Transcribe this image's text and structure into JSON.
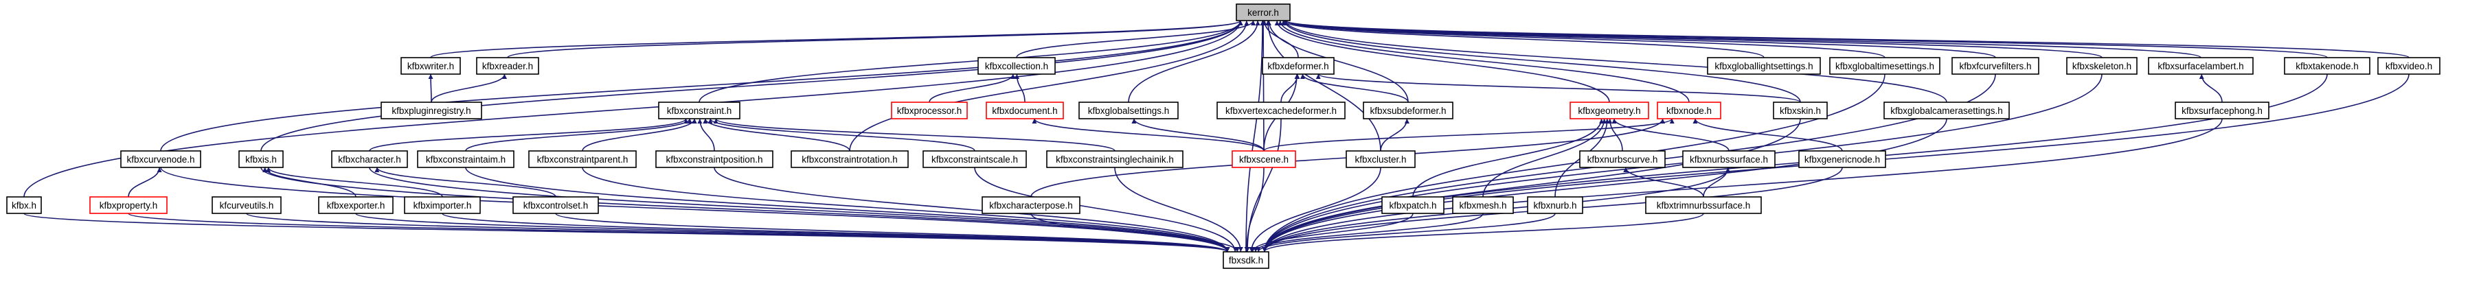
{
  "diagram": {
    "title": "",
    "colors": {
      "edge": "#191970",
      "node_border": "#000000",
      "node_border_unresolved": "#ff0000",
      "root_fill": "#bfbfbf",
      "node_fill": "#ffffff"
    },
    "nodes": [
      {
        "id": "kerror",
        "label": "kerror.h",
        "root": true
      },
      {
        "id": "kfbxwriter",
        "label": "kfbxwriter.h"
      },
      {
        "id": "kfbxreader",
        "label": "kfbxreader.h"
      },
      {
        "id": "kfbxcollection",
        "label": "kfbxcollection.h"
      },
      {
        "id": "kfbxdeformer",
        "label": "kfbxdeformer.h"
      },
      {
        "id": "kfbxgloballightsettings",
        "label": "kfbxgloballightsettings.h"
      },
      {
        "id": "kfbxglobaltimesettings",
        "label": "kfbxglobaltimesettings.h"
      },
      {
        "id": "kfbxfcurvefilters",
        "label": "kfbxfcurvefilters.h"
      },
      {
        "id": "kfbxskeleton",
        "label": "kfbxskeleton.h"
      },
      {
        "id": "kfbxsurfacelambert",
        "label": "kfbxsurfacelambert.h"
      },
      {
        "id": "kfbxtakenode",
        "label": "kfbxtakenode.h"
      },
      {
        "id": "kfbxvideo",
        "label": "kfbxvideo.h"
      },
      {
        "id": "kfbxpluginregistry",
        "label": "kfbxpluginregistry.h"
      },
      {
        "id": "kfbxconstraint",
        "label": "kfbxconstraint.h"
      },
      {
        "id": "kfbxprocessor",
        "label": "kfbxprocessor.h",
        "unresolved": true
      },
      {
        "id": "kfbxdocument",
        "label": "kfbxdocument.h",
        "unresolved": true
      },
      {
        "id": "kfbxglobalsettings",
        "label": "kfbxglobalsettings.h"
      },
      {
        "id": "kfbxvertexcachedeformer",
        "label": "kfbxvertexcachedeformer.h"
      },
      {
        "id": "kfbxsubdeformer",
        "label": "kfbxsubdeformer.h"
      },
      {
        "id": "kfbxgeometry",
        "label": "kfbxgeometry.h",
        "unresolved": true
      },
      {
        "id": "kfbxnode",
        "label": "kfbxnode.h",
        "unresolved": true
      },
      {
        "id": "kfbxskin",
        "label": "kfbxskin.h"
      },
      {
        "id": "kfbxglobalcamerasettings",
        "label": "kfbxglobalcamerasettings.h"
      },
      {
        "id": "kfbxsurfacephong",
        "label": "kfbxsurfacephong.h"
      },
      {
        "id": "kfbxcurvenode",
        "label": "kfbxcurvenode.h"
      },
      {
        "id": "kfbxis",
        "label": "kfbxis.h"
      },
      {
        "id": "kfbxcharacter",
        "label": "kfbxcharacter.h"
      },
      {
        "id": "kfbxconstraintaim",
        "label": "kfbxconstraintaim.h"
      },
      {
        "id": "kfbxconstraintparent",
        "label": "kfbxconstraintparent.h"
      },
      {
        "id": "kfbxconstraintposition",
        "label": "kfbxconstraintposition.h"
      },
      {
        "id": "kfbxconstraintrotation",
        "label": "kfbxconstraintrotation.h"
      },
      {
        "id": "kfbxconstraintscale",
        "label": "kfbxconstraintscale.h"
      },
      {
        "id": "kfbxconstraintsinglechainik",
        "label": "kfbxconstraintsinglechainik.h"
      },
      {
        "id": "kfbxscene",
        "label": "kfbxscene.h",
        "unresolved": true
      },
      {
        "id": "kfbxcluster",
        "label": "kfbxcluster.h"
      },
      {
        "id": "kfbxnurbscurve",
        "label": "kfbxnurbscurve.h"
      },
      {
        "id": "kfbxnurbssurface",
        "label": "kfbxnurbssurface.h"
      },
      {
        "id": "kfbxgenericnode",
        "label": "kfbxgenericnode.h"
      },
      {
        "id": "kfbx",
        "label": "kfbx.h"
      },
      {
        "id": "kfbxproperty",
        "label": "kfbxproperty.h",
        "unresolved": true
      },
      {
        "id": "kfcurveutils",
        "label": "kfcurveutils.h"
      },
      {
        "id": "kfbxexporter",
        "label": "kfbxexporter.h"
      },
      {
        "id": "kfbximporter",
        "label": "kfbximporter.h"
      },
      {
        "id": "kfbxcontrolset",
        "label": "kfbxcontrolset.h"
      },
      {
        "id": "kfbxcharacterpose",
        "label": "kfbxcharacterpose.h"
      },
      {
        "id": "kfbxpatch",
        "label": "kfbxpatch.h"
      },
      {
        "id": "kfbxmesh",
        "label": "kfbxmesh.h"
      },
      {
        "id": "kfbxnurb",
        "label": "kfbxnurb.h"
      },
      {
        "id": "kfbxtrimnurbssurface",
        "label": "kfbxtrimnurbssurface.h"
      },
      {
        "id": "fbxsdk",
        "label": "fbxsdk.h"
      }
    ],
    "edges": [
      [
        "kfbxwriter",
        "kerror"
      ],
      [
        "kfbxreader",
        "kerror"
      ],
      [
        "kfbxcollection",
        "kerror"
      ],
      [
        "kfbxdeformer",
        "kerror"
      ],
      [
        "kfbxgloballightsettings",
        "kerror"
      ],
      [
        "kfbxglobaltimesettings",
        "kerror"
      ],
      [
        "kfbxfcurvefilters",
        "kerror"
      ],
      [
        "kfbxskeleton",
        "kerror"
      ],
      [
        "kfbxsurfacelambert",
        "kerror"
      ],
      [
        "kfbxtakenode",
        "kerror"
      ],
      [
        "kfbxvideo",
        "kerror"
      ],
      [
        "kfbxconstraint",
        "kerror"
      ],
      [
        "kfbxglobalsettings",
        "kerror"
      ],
      [
        "kfbxsubdeformer",
        "kerror"
      ],
      [
        "kfbxgeometry",
        "kerror"
      ],
      [
        "kfbxnode",
        "kerror"
      ],
      [
        "kfbxskin",
        "kerror"
      ],
      [
        "kfbxglobalcamerasettings",
        "kerror"
      ],
      [
        "kfbxcurvenode",
        "kerror"
      ],
      [
        "kfbxis",
        "kerror"
      ],
      [
        "kfbxconstraintrotation",
        "kerror"
      ],
      [
        "kfbxscene",
        "kerror"
      ],
      [
        "kfbxcluster",
        "kerror"
      ],
      [
        "kfbx",
        "kerror"
      ],
      [
        "fbxsdk",
        "kerror"
      ],
      [
        "kfbxpluginregistry",
        "kfbxwriter"
      ],
      [
        "kfbxpluginregistry",
        "kfbxreader"
      ],
      [
        "kfbxprocessor",
        "kfbxcollection"
      ],
      [
        "kfbxdocument",
        "kfbxcollection"
      ],
      [
        "kfbxvertexcachedeformer",
        "kfbxdeformer"
      ],
      [
        "kfbxsubdeformer",
        "kfbxdeformer"
      ],
      [
        "kfbxskin",
        "kfbxdeformer"
      ],
      [
        "kfbxscene",
        "kfbxdeformer"
      ],
      [
        "kfbxsurfacephong",
        "kfbxsurfacelambert"
      ],
      [
        "kfbxcharacter",
        "kfbxconstraint"
      ],
      [
        "kfbxconstraintaim",
        "kfbxconstraint"
      ],
      [
        "kfbxconstraintparent",
        "kfbxconstraint"
      ],
      [
        "kfbxconstraintposition",
        "kfbxconstraint"
      ],
      [
        "kfbxconstraintrotation",
        "kfbxconstraint"
      ],
      [
        "kfbxconstraintscale",
        "kfbxconstraint"
      ],
      [
        "kfbxconstraintsinglechainik",
        "kfbxconstraint"
      ],
      [
        "kfbxscene",
        "kfbxdocument"
      ],
      [
        "kfbxscene",
        "kfbxglobalsettings"
      ],
      [
        "kfbxscene",
        "kfbxnode"
      ],
      [
        "kfbxcluster",
        "kfbxsubdeformer"
      ],
      [
        "kfbxnurbscurve",
        "kfbxgeometry"
      ],
      [
        "kfbxnurbssurface",
        "kfbxgeometry"
      ],
      [
        "kfbxpatch",
        "kfbxgeometry"
      ],
      [
        "kfbxmesh",
        "kfbxgeometry"
      ],
      [
        "kfbxnurb",
        "kfbxgeometry"
      ],
      [
        "kfbxcharacterpose",
        "kfbxnode"
      ],
      [
        "kfbxgenericnode",
        "kfbxnode"
      ],
      [
        "kfbxproperty",
        "kfbxcurvenode"
      ],
      [
        "kfbxexporter",
        "kfbxis"
      ],
      [
        "kfbximporter",
        "kfbxis"
      ],
      [
        "kfbxcontrolset",
        "kfbxcharacter"
      ],
      [
        "kfbxtrimnurbssurface",
        "kfbxnurbscurve"
      ],
      [
        "kfbxtrimnurbssurface",
        "kfbxnurbssurface"
      ],
      [
        "kfbx",
        "fbxsdk"
      ]
    ],
    "to_fbxsdk": [
      "kfbxproperty",
      "kfcurveutils",
      "kfbxexporter",
      "kfbximporter",
      "kfbxcontrolset",
      "kfbxcharacterpose",
      "kfbxpatch",
      "kfbxmesh",
      "kfbxnurb",
      "kfbxtrimnurbssurface",
      "kfbxscene",
      "kfbxcluster",
      "kfbxskin",
      "kfbxglobalcamerasettings",
      "kfbxsurfacephong",
      "kfbxtakenode",
      "kfbxvideo",
      "kfbxskeleton",
      "kfbxfcurvefilters",
      "kfbxglobaltimesettings",
      "kfbxgenericnode",
      "kfbxnurbssurface",
      "kfbxconstraintsinglechainik",
      "kfbxconstraintscale",
      "kfbxconstraintposition",
      "kfbxconstraintparent",
      "kfbxconstraintaim",
      "kfbxcharacter",
      "kfbxvertexcachedeformer",
      "kfbxcurvenode",
      "kfbxis"
    ]
  }
}
